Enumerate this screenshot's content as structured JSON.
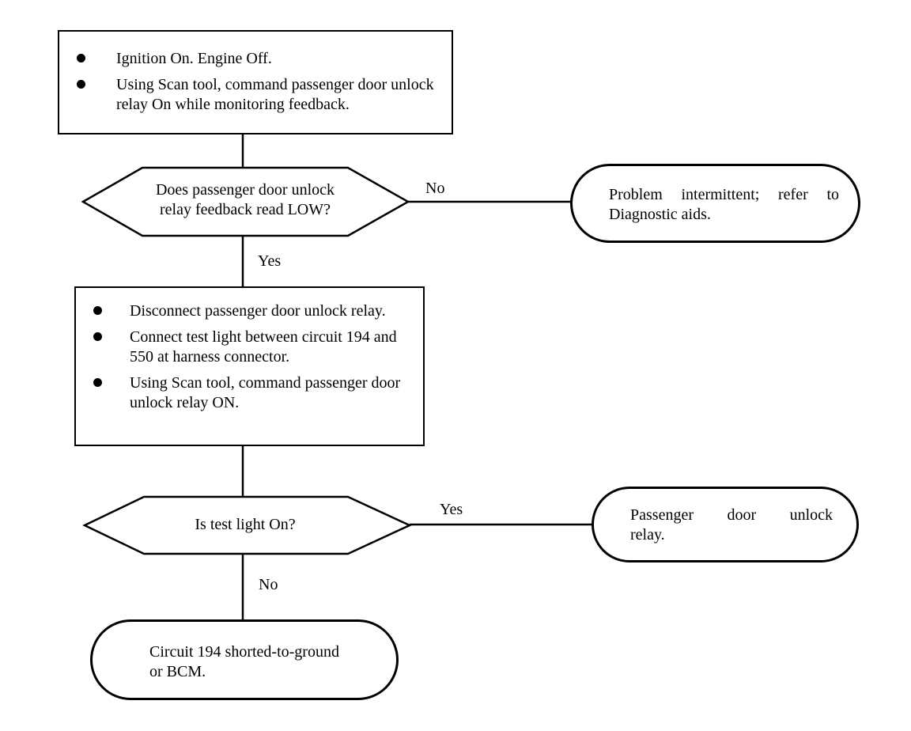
{
  "start_box": {
    "bullets": [
      "Ignition On. Engine Off.",
      "Using Scan tool, command passenger door unlock relay On while monitoring feedback."
    ]
  },
  "decision1": {
    "question_line1": "Does passenger door unlock",
    "question_line2": "relay feedback read LOW?",
    "no_label": "No",
    "yes_label": "Yes"
  },
  "outcome_intermittent": {
    "line1": "Problem intermittent; refer to",
    "line2": "Diagnostic aids."
  },
  "test_box": {
    "bullets": [
      "Disconnect passenger door unlock relay.",
      "Connect test light between circuit 194 and 550 at harness connector.",
      "Using Scan tool, command passenger door unlock relay ON."
    ]
  },
  "decision2": {
    "question": "Is test light On?",
    "yes_label": "Yes",
    "no_label": "No"
  },
  "outcome_relay": {
    "line1": "Passenger door unlock",
    "line2": "relay."
  },
  "outcome_circuit": {
    "line1": "Circuit 194 shorted-to-ground",
    "line2": "or BCM."
  }
}
